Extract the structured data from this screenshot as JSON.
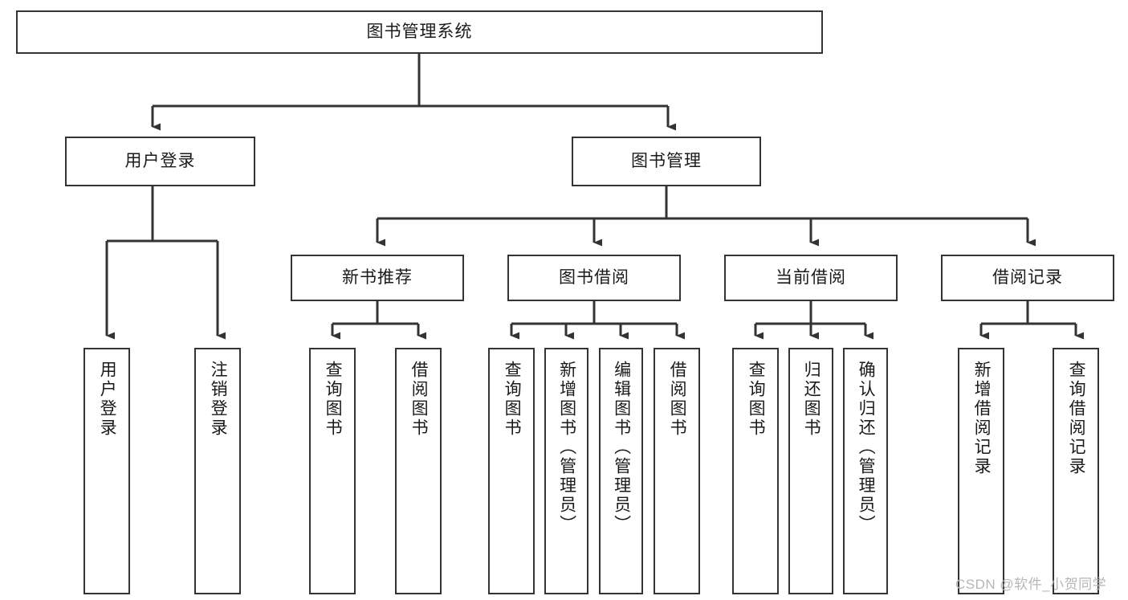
{
  "diagram": {
    "title": "图书管理系统",
    "type": "hierarchy-tree",
    "orientation": "top-down",
    "style": {
      "box_border_color": "#333333",
      "box_fill_color": "#ffffff",
      "connector_color": "#333333",
      "text_color": "#1a1a1a",
      "background": "#ffffff"
    },
    "levels": [
      {
        "level": 1,
        "nodes": [
          {
            "id": "root",
            "label": "图书管理系统",
            "text_direction": "horizontal"
          }
        ]
      },
      {
        "level": 2,
        "nodes": [
          {
            "id": "login",
            "label": "用户登录",
            "text_direction": "horizontal",
            "parent": "root"
          },
          {
            "id": "bookmgmt",
            "label": "图书管理",
            "text_direction": "horizontal",
            "parent": "root"
          }
        ]
      },
      {
        "level": 3,
        "nodes": [
          {
            "id": "newbook",
            "label": "新书推荐",
            "text_direction": "horizontal",
            "parent": "bookmgmt"
          },
          {
            "id": "borrow",
            "label": "图书借阅",
            "text_direction": "horizontal",
            "parent": "bookmgmt"
          },
          {
            "id": "current",
            "label": "当前借阅",
            "text_direction": "horizontal",
            "parent": "bookmgmt"
          },
          {
            "id": "records",
            "label": "借阅记录",
            "text_direction": "horizontal",
            "parent": "bookmgmt"
          }
        ]
      },
      {
        "level": 4,
        "nodes": [
          {
            "id": "leaf1",
            "label": "用户登录",
            "text_direction": "vertical",
            "parent": "login"
          },
          {
            "id": "leaf2",
            "label": "注销登录",
            "text_direction": "vertical",
            "parent": "login"
          },
          {
            "id": "leaf3",
            "label": "查询图书",
            "text_direction": "vertical",
            "parent": "newbook"
          },
          {
            "id": "leaf4",
            "label": "借阅图书",
            "text_direction": "vertical",
            "parent": "newbook"
          },
          {
            "id": "leaf5",
            "label": "查询图书",
            "text_direction": "vertical",
            "parent": "borrow"
          },
          {
            "id": "leaf6",
            "label": "新增图书（管理员）",
            "text_direction": "vertical",
            "parent": "borrow"
          },
          {
            "id": "leaf7",
            "label": "编辑图书（管理员）",
            "text_direction": "vertical",
            "parent": "borrow"
          },
          {
            "id": "leaf8",
            "label": "借阅图书",
            "text_direction": "vertical",
            "parent": "borrow"
          },
          {
            "id": "leaf9",
            "label": "查询图书",
            "text_direction": "vertical",
            "parent": "current"
          },
          {
            "id": "leaf10",
            "label": "归还图书",
            "text_direction": "vertical",
            "parent": "current"
          },
          {
            "id": "leaf11",
            "label": "确认归还（管理员）",
            "text_direction": "vertical",
            "parent": "current"
          },
          {
            "id": "leaf12",
            "label": "新增借阅记录",
            "text_direction": "vertical",
            "parent": "records"
          },
          {
            "id": "leaf13",
            "label": "查询借阅记录",
            "text_direction": "vertical",
            "parent": "records"
          }
        ]
      }
    ]
  },
  "watermark": {
    "text": "CSDN @软件_小贺同学",
    "color": "#b6b6b6"
  }
}
